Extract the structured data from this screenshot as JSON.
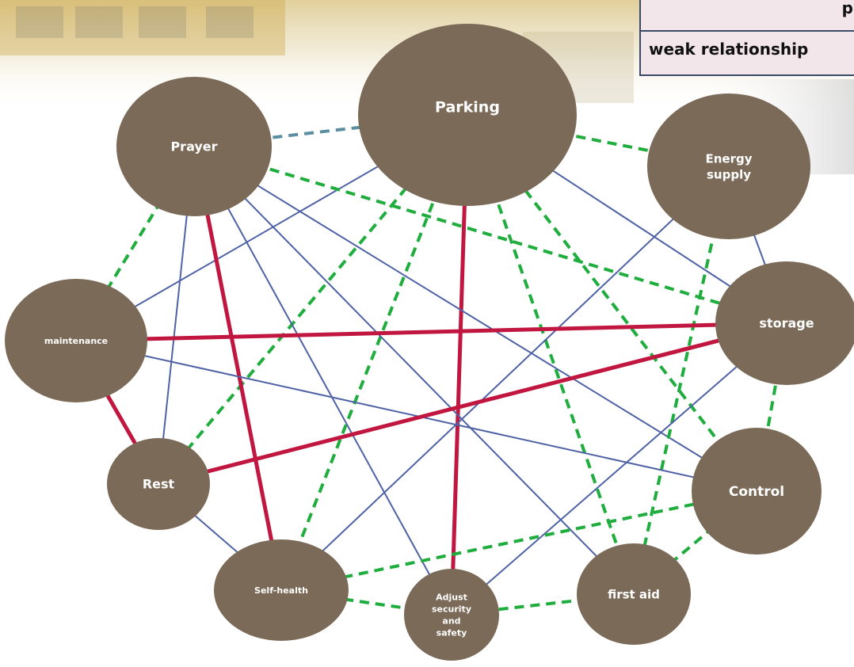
{
  "legend": {
    "strong_label_fragment": "p",
    "weak_label": "weak relationship"
  },
  "colors": {
    "node_fill": "#7a6a57",
    "strong": "#c0163f",
    "medium": "#4e62a5",
    "weak": "#1fad3e",
    "special_link": "#5b8fa0"
  },
  "nodes": [
    {
      "id": "parking",
      "label": [
        "Parking"
      ]
    },
    {
      "id": "prayer",
      "label": [
        "Prayer"
      ]
    },
    {
      "id": "energy",
      "label": [
        "Energy",
        "supply"
      ]
    },
    {
      "id": "maintenance",
      "label": [
        "maintenance"
      ]
    },
    {
      "id": "storage",
      "label": [
        "storage"
      ]
    },
    {
      "id": "rest",
      "label": [
        "Rest"
      ]
    },
    {
      "id": "control",
      "label": [
        "Control"
      ]
    },
    {
      "id": "selfhealth",
      "label": [
        "Self-health"
      ]
    },
    {
      "id": "adjust",
      "label": [
        "Adjust",
        "security",
        "and",
        "safety"
      ]
    },
    {
      "id": "firstaid",
      "label": [
        "first aid"
      ]
    }
  ],
  "edges": [
    {
      "from": "prayer",
      "to": "parking",
      "type": "special"
    },
    {
      "from": "parking",
      "to": "energy",
      "type": "weak"
    },
    {
      "from": "parking",
      "to": "maintenance",
      "type": "medium"
    },
    {
      "from": "parking",
      "to": "adjust",
      "type": "strong"
    },
    {
      "from": "parking",
      "to": "selfhealth",
      "type": "weak"
    },
    {
      "from": "parking",
      "to": "rest",
      "type": "weak"
    },
    {
      "from": "parking",
      "to": "firstaid",
      "type": "weak"
    },
    {
      "from": "parking",
      "to": "control",
      "type": "weak"
    },
    {
      "from": "parking",
      "to": "storage",
      "type": "medium"
    },
    {
      "from": "prayer",
      "to": "storage",
      "type": "weak"
    },
    {
      "from": "prayer",
      "to": "maintenance",
      "type": "weak"
    },
    {
      "from": "prayer",
      "to": "rest",
      "type": "medium"
    },
    {
      "from": "prayer",
      "to": "selfhealth",
      "type": "strong"
    },
    {
      "from": "prayer",
      "to": "adjust",
      "type": "medium"
    },
    {
      "from": "prayer",
      "to": "firstaid",
      "type": "medium"
    },
    {
      "from": "prayer",
      "to": "control",
      "type": "medium"
    },
    {
      "from": "energy",
      "to": "storage",
      "type": "medium"
    },
    {
      "from": "energy",
      "to": "selfhealth",
      "type": "medium"
    },
    {
      "from": "energy",
      "to": "firstaid",
      "type": "weak"
    },
    {
      "from": "maintenance",
      "to": "storage",
      "type": "strong"
    },
    {
      "from": "maintenance",
      "to": "rest",
      "type": "strong"
    },
    {
      "from": "maintenance",
      "to": "control",
      "type": "medium"
    },
    {
      "from": "rest",
      "to": "storage",
      "type": "strong"
    },
    {
      "from": "rest",
      "to": "selfhealth",
      "type": "medium"
    },
    {
      "from": "storage",
      "to": "control",
      "type": "weak"
    },
    {
      "from": "storage",
      "to": "adjust",
      "type": "medium"
    },
    {
      "from": "selfhealth",
      "to": "control",
      "type": "weak"
    },
    {
      "from": "selfhealth",
      "to": "adjust",
      "type": "weak"
    },
    {
      "from": "adjust",
      "to": "firstaid",
      "type": "weak"
    },
    {
      "from": "firstaid",
      "to": "control",
      "type": "weak"
    }
  ]
}
